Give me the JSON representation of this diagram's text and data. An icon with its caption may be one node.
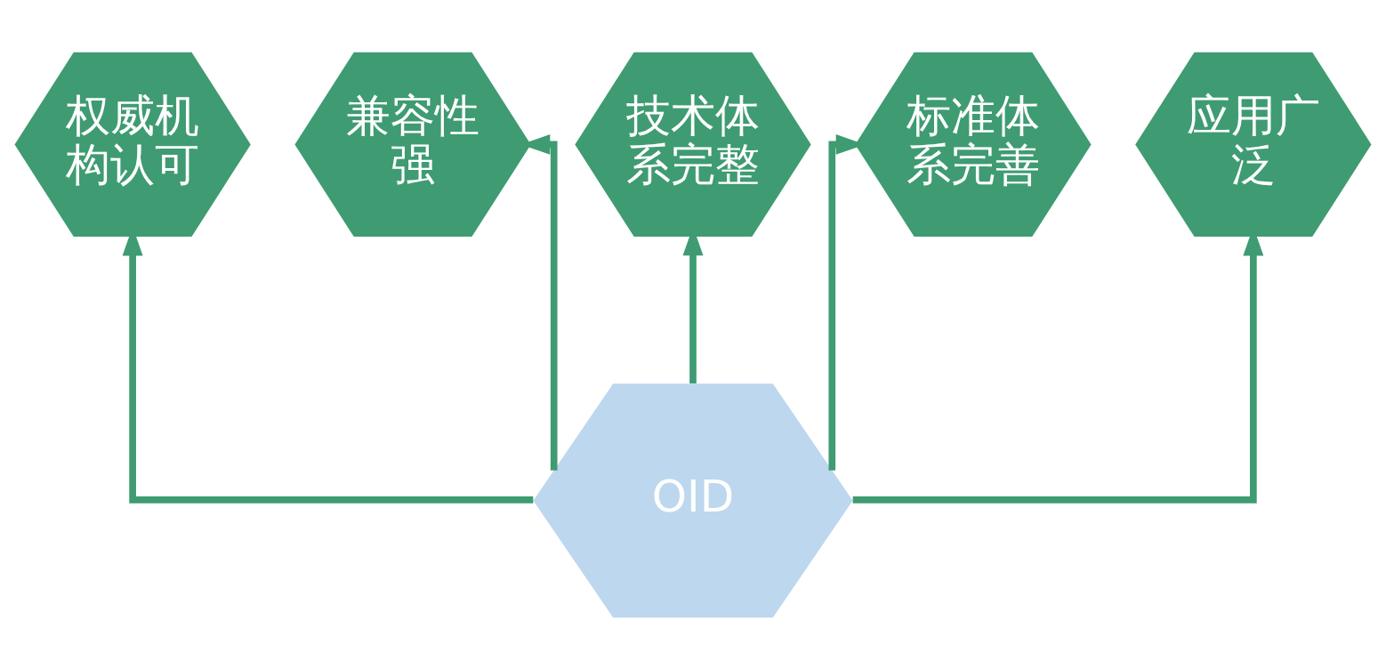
{
  "diagram": {
    "nodes": [
      {
        "text": [
          "权威机构认可"
        ]
      },
      {
        "text": [
          "兼容性强"
        ]
      },
      {
        "text": [
          "技术体系完整"
        ]
      },
      {
        "text": [
          "标准体系完善"
        ]
      },
      {
        "text": [
          "应用广泛"
        ]
      },
      {
        "text": [
          "OID"
        ]
      }
    ],
    "edges": [
      {
        "from": 5,
        "to": 0,
        "arrow": "to"
      },
      {
        "from": 5,
        "to": 1,
        "arrow": "to"
      },
      {
        "from": 5,
        "to": 2,
        "arrow": "to"
      },
      {
        "from": 5,
        "to": 3,
        "arrow": "to"
      },
      {
        "from": 5,
        "to": 4,
        "arrow": "to"
      }
    ]
  }
}
